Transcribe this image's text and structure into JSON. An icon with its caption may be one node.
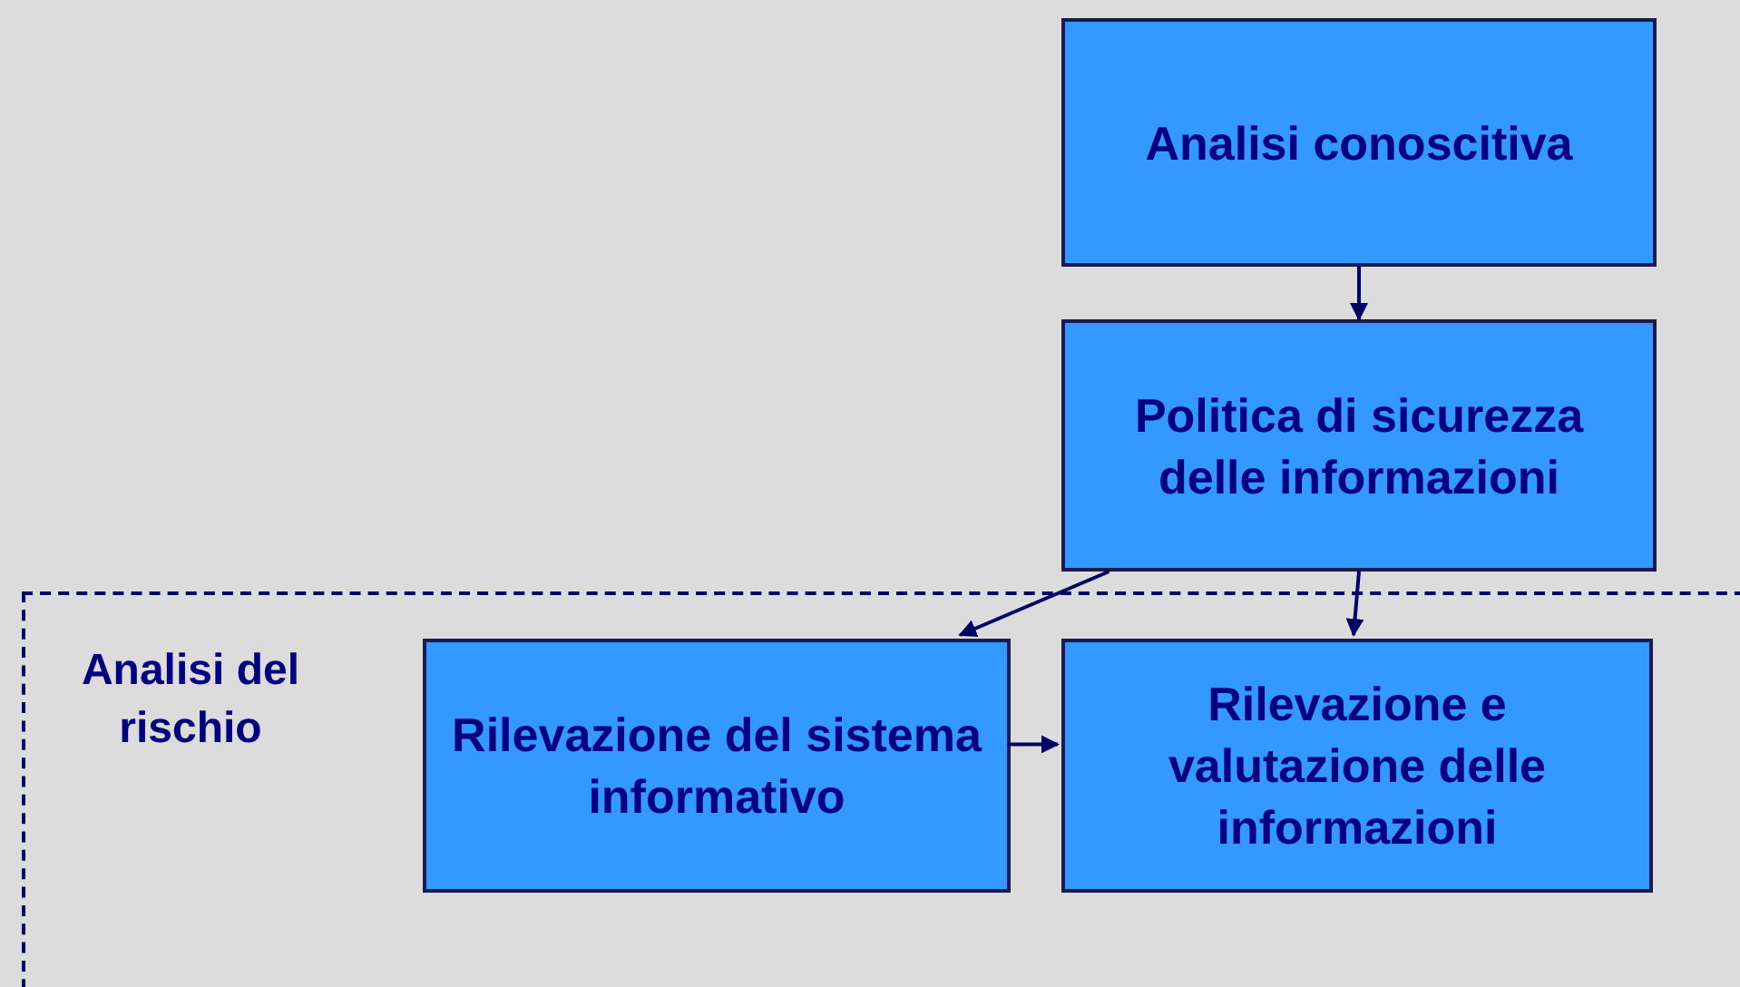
{
  "diagram": {
    "nodes": [
      {
        "text": [
          "Analisi conoscitiva"
        ]
      },
      {
        "text": [
          "Politica di sicurezza delle informazioni"
        ]
      },
      {
        "text": [
          "Analisi del rischio"
        ]
      },
      {
        "text": [
          "Rilevazione del sistema informativo"
        ],
        "in": 2
      },
      {
        "text": [
          "Rilevazione e valutazione delle informazioni"
        ],
        "in": 2
      }
    ],
    "edges": [
      {
        "from": 0,
        "to": 1,
        "arrow": "to"
      },
      {
        "from": 1,
        "to": 3,
        "arrow": "to"
      },
      {
        "from": 1,
        "to": 4,
        "arrow": "to"
      },
      {
        "from": 3,
        "to": 4,
        "arrow": "to"
      }
    ]
  }
}
